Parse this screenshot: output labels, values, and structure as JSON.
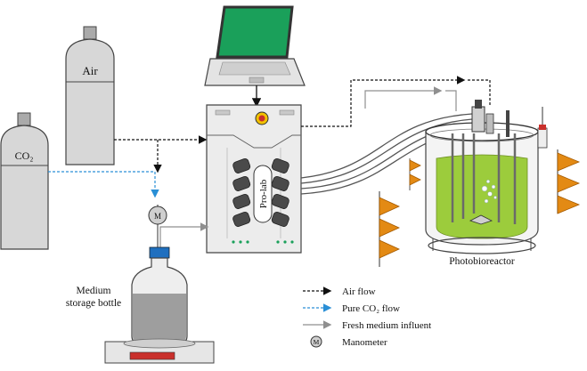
{
  "labels": {
    "air_cylinder": "Air",
    "co2_cylinder": "CO₂",
    "controller": "Pro-lab",
    "manometer_symbol": "M",
    "bottle_line1": "Medium",
    "bottle_line2": "storage bottle",
    "reactor": "Photobioreactor"
  },
  "legend": [
    {
      "key": "air",
      "label": "Air flow"
    },
    {
      "key": "co2",
      "label": "Pure CO₂ flow"
    },
    {
      "key": "medium",
      "label": "Fresh medium influent"
    },
    {
      "key": "manometer",
      "label": "Manometer"
    }
  ],
  "colors": {
    "air_line": "#111111",
    "co2_line": "#2a8fd6",
    "medium_line": "#8f8f8f",
    "cylinder_fill": "#d7d7d7",
    "culture": "#9ccc3c",
    "screen": "#1aa05a",
    "fins": "#e38a14",
    "display": "#c9302c"
  }
}
